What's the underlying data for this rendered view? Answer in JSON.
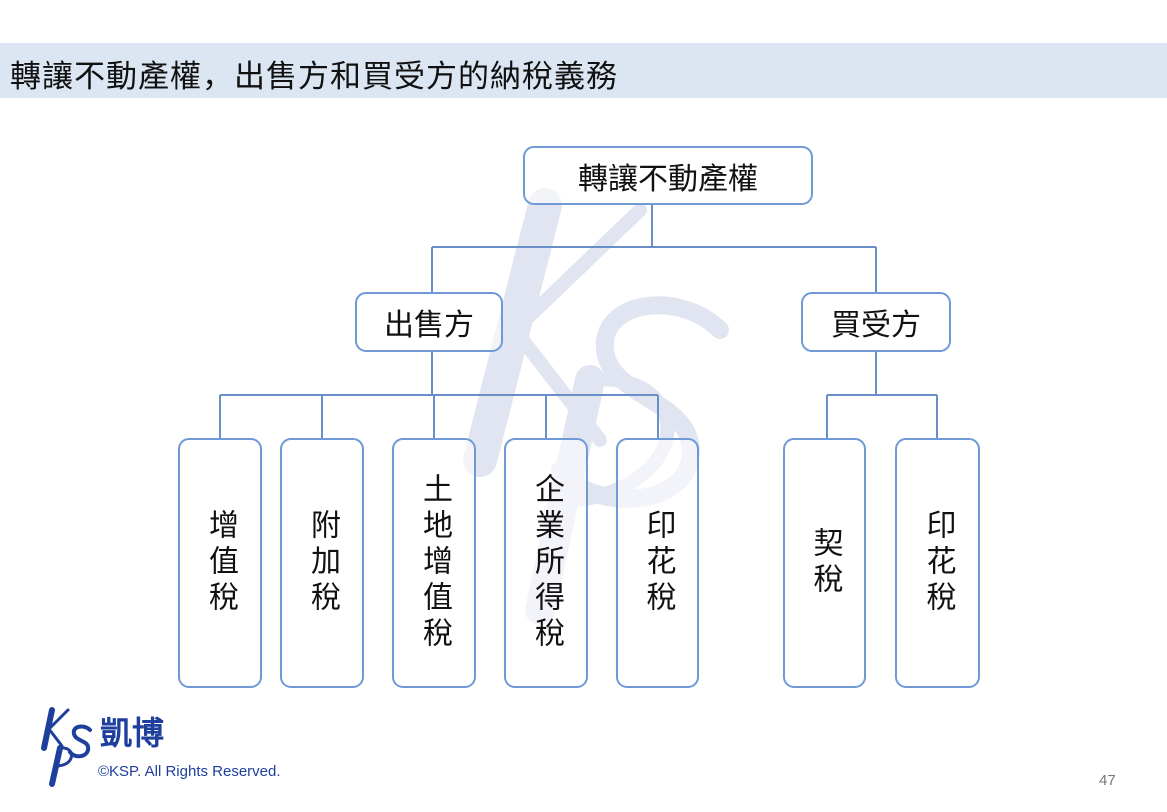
{
  "title": "轉讓不動產權，出售方和買受方的納稅義務",
  "diagram": {
    "root": "轉讓不動產權",
    "seller": {
      "label": "出售方",
      "taxes": [
        "增值稅",
        "附加稅",
        "土地增值稅",
        "企業所得稅",
        "印花稅"
      ]
    },
    "buyer": {
      "label": "買受方",
      "taxes": [
        "契稅",
        "印花稅"
      ]
    }
  },
  "watermark": "KSP",
  "footer": {
    "logo_mark": "KSP",
    "brand": "凱博",
    "copyright": "©KSP. All Rights Reserved.",
    "page_number": "47"
  },
  "colors": {
    "title_bg": "#dce6f2",
    "line": "#6a8fc8",
    "brand": "#1e3f9c"
  }
}
